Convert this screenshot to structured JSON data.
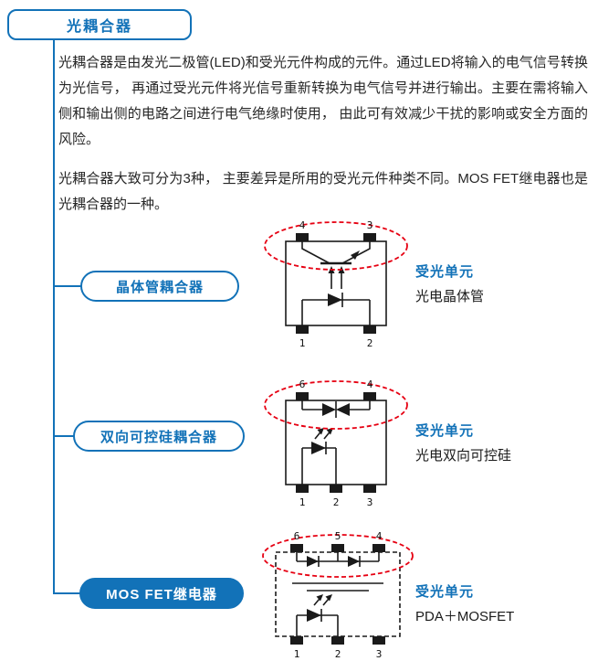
{
  "title": {
    "label": "光耦合器"
  },
  "intro": {
    "p1": "光耦合器是由发光二极管(LED)和受光元件构成的元件。通过LED将输入的电气信号转换为光信号， 再通过受光元件将光信号重新转换为电气信号并进行输出。主要在需将输入侧和输出侧的电路之间进行电气绝缘时使用， 由此可有效减少干扰的影响或安全方面的风险。",
    "p2": "光耦合器大致可分为3种， 主要差异是所用的受光元件种类不同。MOS FET继电器也是光耦合器的一种。"
  },
  "sections": [
    {
      "button": "晶体管耦合器",
      "unit_title": "受光单元",
      "unit_desc": "光电晶体管",
      "pins_top": [
        "4",
        "3"
      ],
      "pins_bottom": [
        "1",
        "2"
      ]
    },
    {
      "button": "双向可控硅耦合器",
      "unit_title": "受光单元",
      "unit_desc": "光电双向可控硅",
      "pins_top": [
        "6",
        "4"
      ],
      "pins_bottom": [
        "1",
        "2",
        "3"
      ]
    },
    {
      "button": "MOS FET继电器",
      "unit_title": "受光单元",
      "unit_desc": "PDA＋MOSFET",
      "pins_top": [
        "6",
        "5",
        "4"
      ],
      "pins_bottom": [
        "1",
        "2",
        "3"
      ]
    }
  ],
  "icons": {
    "highlight": "red-dashed-ellipse"
  },
  "colors": {
    "blue": "#1272b8",
    "red": "#e60012"
  }
}
